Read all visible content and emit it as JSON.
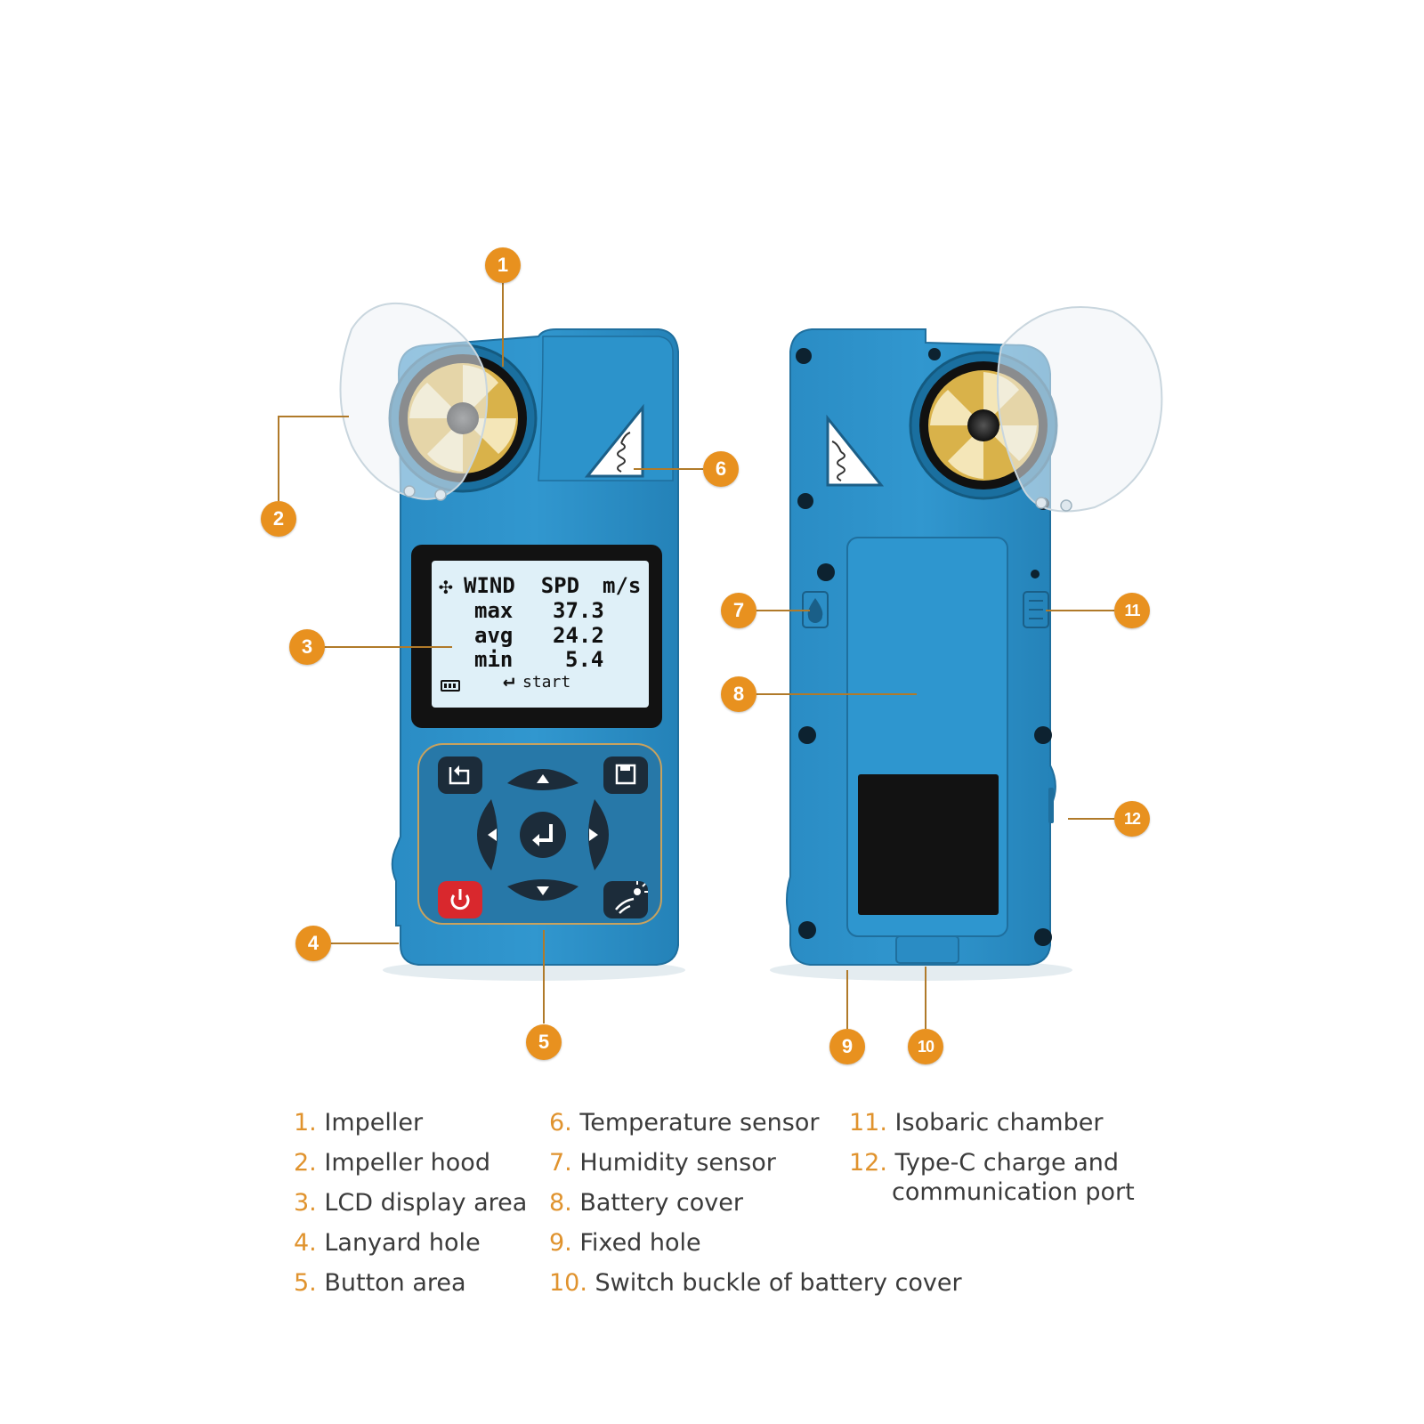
{
  "device_front": {
    "lcd": {
      "icon": "fan-icon",
      "title": "WIND  SPD",
      "unit": "m/s",
      "rows": [
        {
          "label": "max",
          "value": "37.3"
        },
        {
          "label": "avg",
          "value": "24.2"
        },
        {
          "label": "min",
          "value": "5.4"
        }
      ],
      "battery_icon": "battery-icon",
      "footer": "start",
      "footer_icon": "enter-arrow-icon"
    },
    "buttons": [
      {
        "name": "back-button",
        "icon": "back-icon"
      },
      {
        "name": "save-button",
        "icon": "floppy-disk-icon"
      },
      {
        "name": "up-button",
        "icon": "arrow-up-icon"
      },
      {
        "name": "left-button",
        "icon": "arrow-left-icon"
      },
      {
        "name": "enter-button",
        "icon": "enter-icon"
      },
      {
        "name": "right-button",
        "icon": "arrow-right-icon"
      },
      {
        "name": "down-button",
        "icon": "arrow-down-icon"
      },
      {
        "name": "power-button",
        "icon": "power-icon"
      },
      {
        "name": "backlight-button",
        "icon": "backlight-icon"
      }
    ]
  },
  "callouts": [
    "1",
    "2",
    "3",
    "4",
    "5",
    "6",
    "7",
    "8",
    "9",
    "10",
    "11",
    "12"
  ],
  "legend": {
    "col1": [
      {
        "num": "1.",
        "text": "Impeller"
      },
      {
        "num": "2.",
        "text": "Impeller hood"
      },
      {
        "num": "3.",
        "text": "LCD display area"
      },
      {
        "num": "4.",
        "text": "Lanyard hole"
      },
      {
        "num": "5.",
        "text": "Button area"
      }
    ],
    "col2": [
      {
        "num": "6.",
        "text": "Temperature sensor"
      },
      {
        "num": "7.",
        "text": "Humidity sensor"
      },
      {
        "num": "8.",
        "text": "Battery cover"
      },
      {
        "num": "9.",
        "text": "Fixed hole"
      },
      {
        "num": "10.",
        "text": "Switch buckle of battery cover"
      }
    ],
    "col3": [
      {
        "num": "11.",
        "text": "Isobaric chamber"
      },
      {
        "num": "12.",
        "text": "Type-C charge and",
        "text2": "communication port"
      }
    ]
  },
  "colors": {
    "body": "#2a8cc4",
    "body_dark": "#1f6f9e",
    "keypad": "#2a6c92",
    "callout": "#e8911f",
    "lcd_bg": "#dff0f8",
    "power": "#d9282d"
  }
}
